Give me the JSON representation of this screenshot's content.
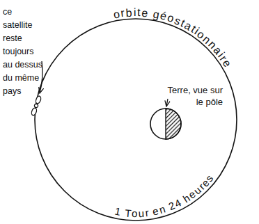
{
  "diagram": {
    "labels": [
      "orbite géostationnaire",
      "ce satellite reste toujours au dessus du même pays",
      "Terre, vue sur le pôle",
      "1 Tour en 24 heures"
    ]
  }
}
